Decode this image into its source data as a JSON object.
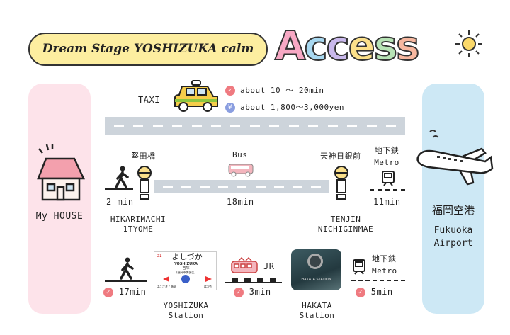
{
  "header": {
    "title": "Dream Stage YOSHIZUKA calm",
    "access_letters": [
      "A",
      "c",
      "c",
      "e",
      "s",
      "s"
    ],
    "access_colors": [
      "#f7a8c4",
      "#a8d8f0",
      "#c9b8ec",
      "#fbe08a",
      "#b7e3b5",
      "#f7b8a0"
    ]
  },
  "home": {
    "label": "My HOUSE"
  },
  "airport": {
    "name_ja": "福岡空港",
    "name_en_1": "Fukuoka",
    "name_en_2": "Airport"
  },
  "taxi": {
    "label": "TAXI",
    "time": "about 10 ～ 20min",
    "fare": "about 1,800～3,000yen"
  },
  "bus_route": {
    "stop1_ja": "堅田橋",
    "walk_time": "2 min",
    "bus_label": "Bus",
    "bus_time": "18min",
    "stop2_ja": "天神日銀前",
    "metro_ja": "地下鉄",
    "metro_en": "Metro",
    "metro_time": "11min",
    "stop1_en_1": "HIKARIMACHI",
    "stop1_en_2": "1TYOME",
    "stop2_en_1": "TENJIN",
    "stop2_en_2": "NICHIGINMAE"
  },
  "train_route": {
    "walk_time": "17min",
    "sign": {
      "kana": "よしづか",
      "roman": "YOSHIZUKA",
      "kanji": "吉塚",
      "ward": "(福岡市博多区)",
      "num": "01",
      "left": "はこざき / 箱崎",
      "right": "はかた"
    },
    "station1_1": "YOSHIZUKA",
    "station1_2": "Station",
    "jr_label": "JR",
    "jr_time": "3min",
    "photo_caption": "HAKATA STATION",
    "station2_1": "HAKATA",
    "station2_2": "Station",
    "metro_ja": "地下鉄",
    "metro_en": "Metro",
    "metro_time": "5min"
  },
  "colors": {
    "pink_panel": "#fde3ea",
    "blue_panel": "#cde8f5",
    "road": "#cdd4db",
    "check": "#ef7a80",
    "pill": "#fdeea0"
  }
}
